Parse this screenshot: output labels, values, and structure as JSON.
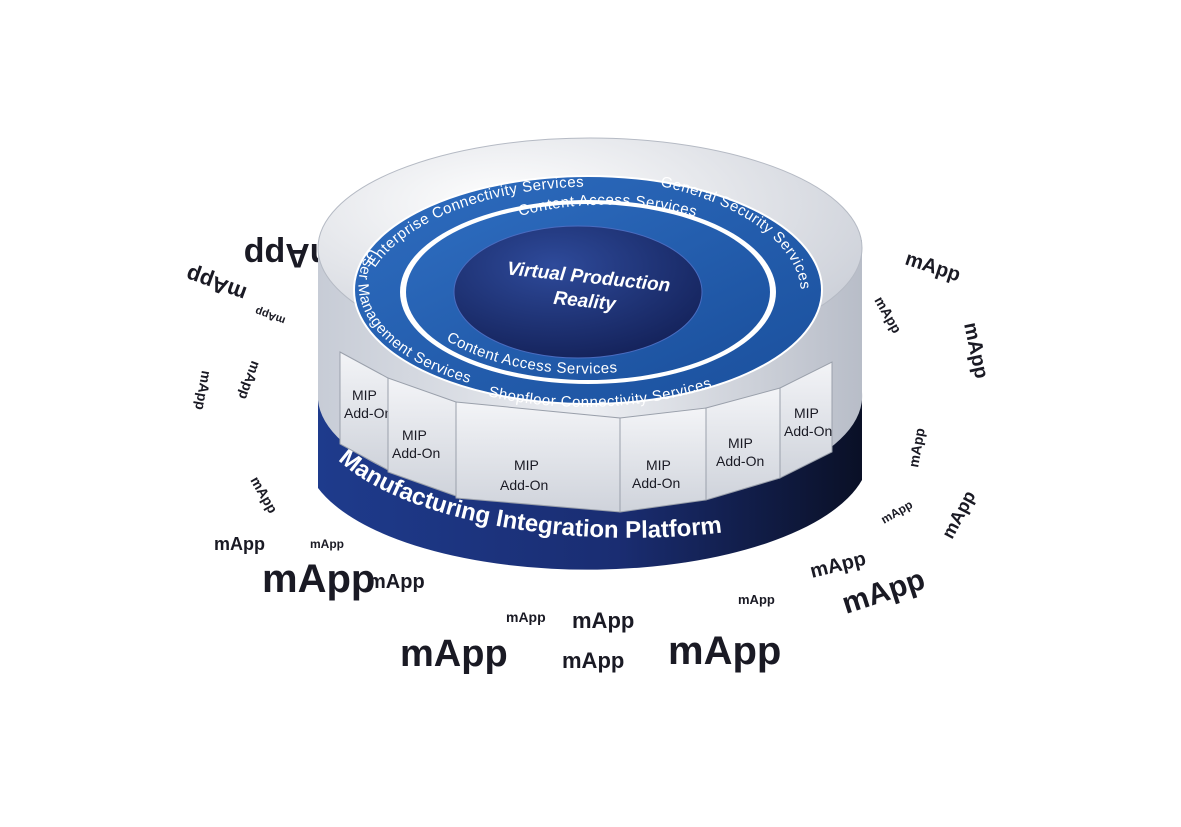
{
  "diagram": {
    "center": {
      "line1": "Virtual Production",
      "line2": "Reality"
    },
    "outer_ring": [
      "Enterprise Connectivity Services",
      "General Security Services",
      "Shopfloor Connectivity Services",
      "User Management Services"
    ],
    "inner_ring": [
      "Content Access Services",
      "Content Access Services"
    ],
    "addons": [
      {
        "line1": "MIP",
        "line2": "Add-On"
      },
      {
        "line1": "MIP",
        "line2": "Add-On"
      },
      {
        "line1": "MIP",
        "line2": "Add-On"
      },
      {
        "line1": "MIP",
        "line2": "Add-On"
      },
      {
        "line1": "MIP",
        "line2": "Add-On"
      },
      {
        "line1": "MIP",
        "line2": "Add-On"
      }
    ],
    "platform": "Manufacturing Integration Platform",
    "mapp_label": "mApp",
    "colors": {
      "blue": "#1e5aaa",
      "navy": "#1a2a6c",
      "dark_navy": "#0d1430",
      "gray_block": "#dfe2e8",
      "text_dark": "#1a1a24"
    }
  }
}
